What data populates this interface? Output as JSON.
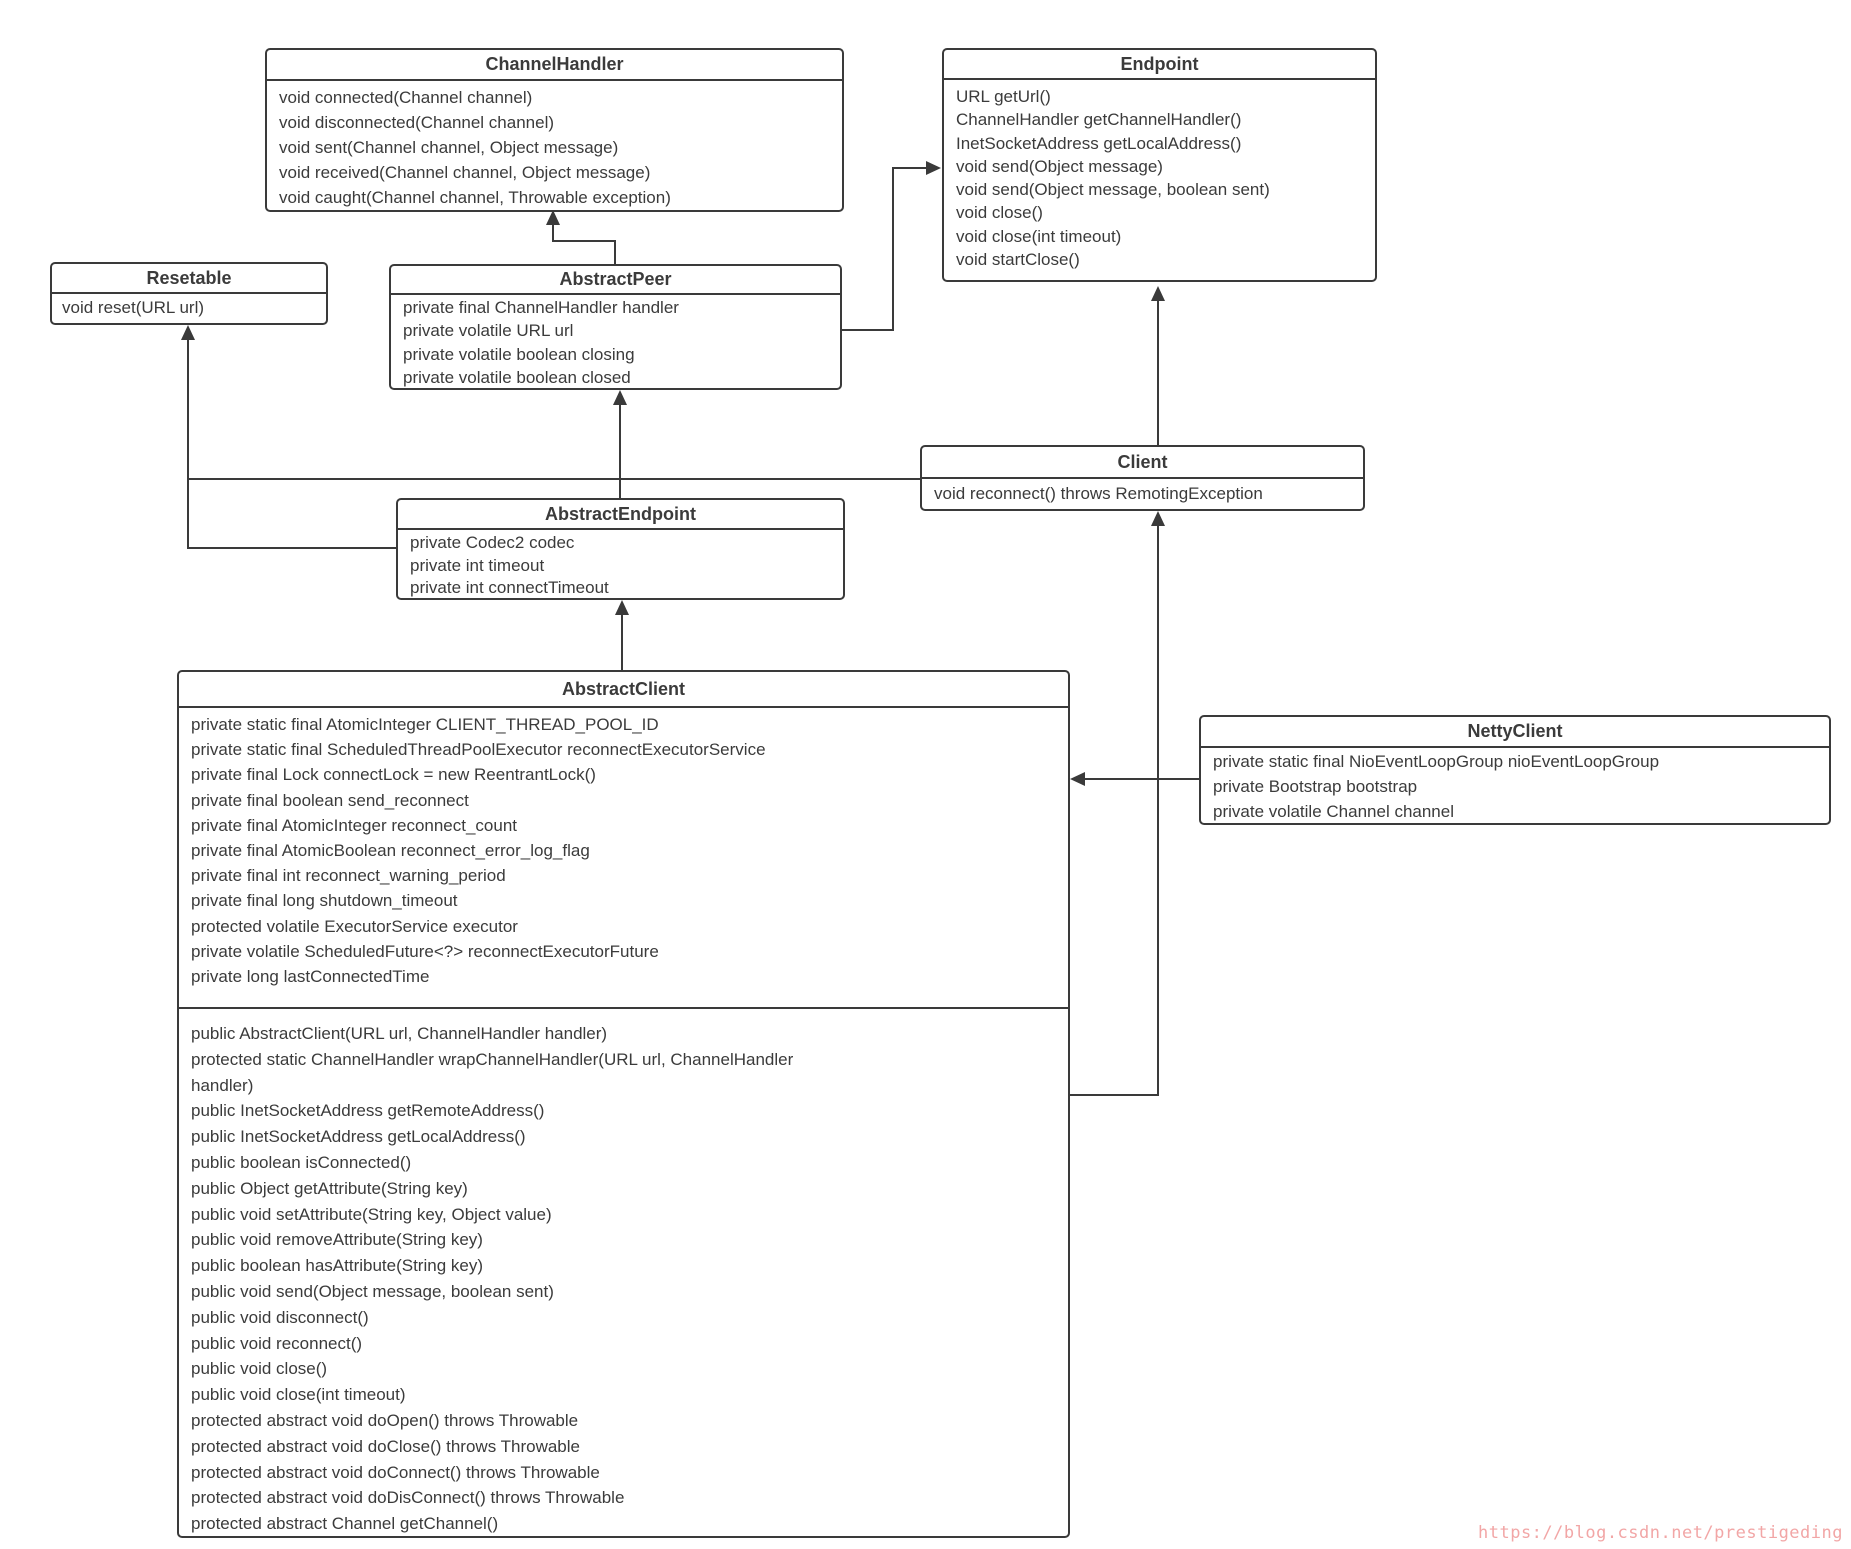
{
  "diagram_title": "Dubbo remoting client UML class diagram",
  "colors": {
    "line": "#3a3a3a",
    "text": "#3b3b3b",
    "background": "#ffffff",
    "watermark": "#f2a6a6"
  },
  "watermark": "https://blog.csdn.net/prestigeding",
  "classes": {
    "channelHandler": {
      "name": "ChannelHandler",
      "methods": [
        "void connected(Channel channel)",
        "void disconnected(Channel channel)",
        "void sent(Channel channel, Object message)",
        "void received(Channel channel, Object message)",
        "void caught(Channel channel, Throwable exception)"
      ]
    },
    "endpoint": {
      "name": "Endpoint",
      "methods": [
        "URL getUrl()",
        "ChannelHandler getChannelHandler()",
        "InetSocketAddress getLocalAddress()",
        "void send(Object message)",
        "void send(Object message, boolean sent)",
        "void close()",
        "void close(int timeout)",
        "void startClose()"
      ]
    },
    "resetable": {
      "name": "Resetable",
      "methods": [
        "void reset(URL url)"
      ]
    },
    "abstractPeer": {
      "name": "AbstractPeer",
      "attributes": [
        "private final ChannelHandler handler",
        "private volatile URL url",
        "private volatile boolean closing",
        "private volatile boolean closed"
      ]
    },
    "client": {
      "name": "Client",
      "methods": [
        "void reconnect() throws RemotingException"
      ]
    },
    "abstractEndpoint": {
      "name": "AbstractEndpoint",
      "attributes": [
        "private Codec2 codec",
        "private int timeout",
        "private int connectTimeout"
      ]
    },
    "abstractClient": {
      "name": "AbstractClient",
      "attributes": [
        "private static final AtomicInteger CLIENT_THREAD_POOL_ID",
        "private static final ScheduledThreadPoolExecutor reconnectExecutorService",
        "private final Lock connectLock = new ReentrantLock()",
        "private final boolean send_reconnect",
        "private final AtomicInteger reconnect_count",
        "private final AtomicBoolean reconnect_error_log_flag",
        "private final int reconnect_warning_period",
        "private final long shutdown_timeout",
        "protected volatile ExecutorService executor",
        "private volatile ScheduledFuture<?> reconnectExecutorFuture",
        "private long lastConnectedTime"
      ],
      "methods": [
        "public AbstractClient(URL url, ChannelHandler handler)",
        "protected static ChannelHandler wrapChannelHandler(URL url, ChannelHandler",
        "handler)",
        "public InetSocketAddress getRemoteAddress()",
        "public InetSocketAddress getLocalAddress()",
        "public boolean isConnected()",
        "public Object getAttribute(String key)",
        "public void setAttribute(String key, Object value)",
        "public void removeAttribute(String key)",
        "public boolean hasAttribute(String key)",
        "public void send(Object message, boolean sent)",
        "public void disconnect()",
        "public void reconnect()",
        "public void close()",
        "public void close(int timeout)",
        "protected abstract void doOpen() throws Throwable",
        "protected abstract void doClose() throws Throwable",
        "protected abstract void doConnect() throws Throwable",
        "protected abstract void doDisConnect() throws Throwable",
        "protected abstract Channel getChannel()"
      ]
    },
    "nettyClient": {
      "name": "NettyClient",
      "attributes": [
        "private static final NioEventLoopGroup nioEventLoopGroup",
        "private Bootstrap bootstrap",
        "private volatile Channel channel"
      ]
    }
  },
  "relations": [
    {
      "from": "AbstractPeer",
      "to": "ChannelHandler",
      "type": "inheritance"
    },
    {
      "from": "AbstractPeer",
      "to": "Endpoint",
      "type": "inheritance"
    },
    {
      "from": "Client",
      "to": "Endpoint",
      "type": "inheritance"
    },
    {
      "from": "Client",
      "to": "Resetable",
      "type": "inheritance"
    },
    {
      "from": "AbstractEndpoint",
      "to": "Resetable",
      "type": "inheritance"
    },
    {
      "from": "AbstractEndpoint",
      "to": "AbstractPeer",
      "type": "inheritance"
    },
    {
      "from": "AbstractClient",
      "to": "AbstractEndpoint",
      "type": "inheritance"
    },
    {
      "from": "AbstractClient",
      "to": "Client",
      "type": "inheritance"
    },
    {
      "from": "NettyClient",
      "to": "AbstractClient",
      "type": "inheritance"
    }
  ]
}
